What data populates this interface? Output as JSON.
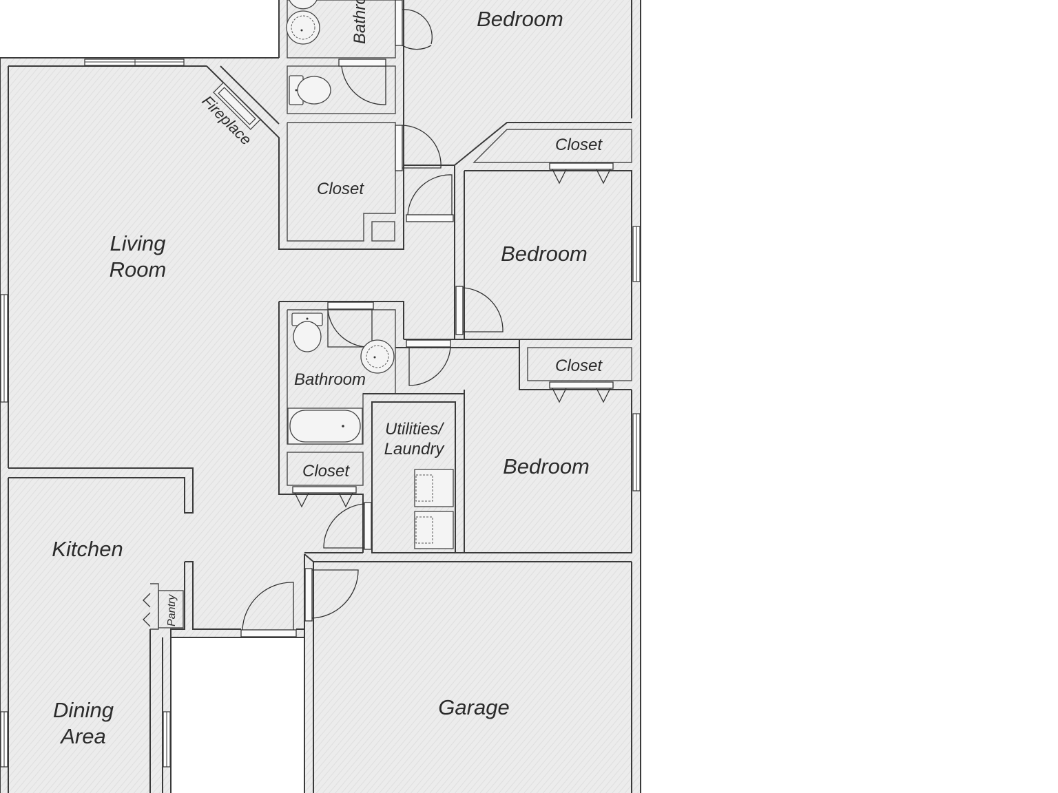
{
  "rooms": {
    "bedroom_top": "Bedroom",
    "bathroom_top": "Bathro",
    "living_room_line1": "Living",
    "living_room_line2": "Room",
    "fireplace": "Fireplace",
    "closet_upper": "Closet",
    "closet_hall_upper": "Closet",
    "bedroom_middle": "Bedroom",
    "bathroom_middle": "Bathroom",
    "closet_bedroom_lower": "Closet",
    "utilities_line1": "Utilities/",
    "utilities_line2": "Laundry",
    "closet_lower": "Closet",
    "bedroom_lower": "Bedroom",
    "kitchen": "Kitchen",
    "pantry": "Pantry",
    "dining_line1": "Dining",
    "dining_line2": "Area",
    "garage": "Garage"
  }
}
